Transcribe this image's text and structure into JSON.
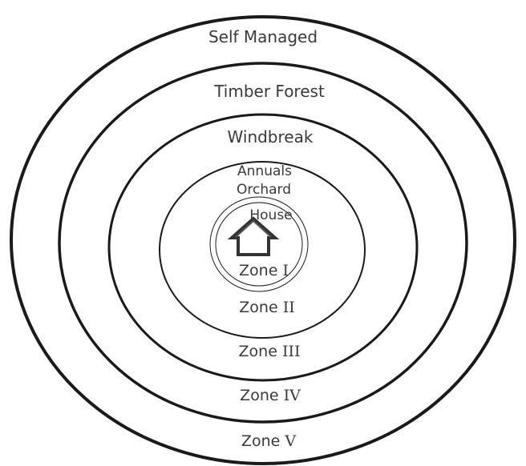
{
  "zones": [
    {
      "id": "zone-5",
      "top_label": "Self Managed",
      "zone_word": "Zone",
      "zone_numeral": "V"
    },
    {
      "id": "zone-4",
      "top_label": "Timber Forest",
      "zone_word": "Zone",
      "zone_numeral": "IV"
    },
    {
      "id": "zone-3",
      "top_label": "Windbreak",
      "zone_word": "Zone",
      "zone_numeral": "III"
    },
    {
      "id": "zone-2",
      "top_label_lines": [
        "Annuals",
        "Orchard"
      ],
      "zone_word": "Zone",
      "zone_numeral": "II"
    },
    {
      "id": "zone-1",
      "top_label": "House",
      "zone_word": "Zone",
      "zone_numeral": "I"
    }
  ],
  "center_icon": "house-icon"
}
